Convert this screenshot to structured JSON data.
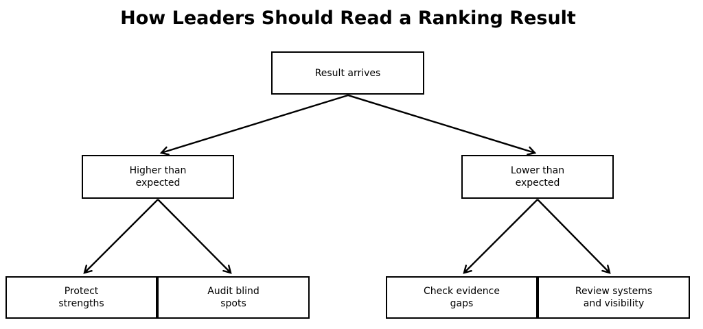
{
  "title": "How Leaders Should Read a Ranking Result",
  "colors": {
    "background": "#ffffff",
    "box_fill": "#ffffff",
    "box_border": "#000000",
    "arrow": "#000000",
    "text": "#000000"
  },
  "nodes": {
    "root": {
      "line1": "Result arrives",
      "line2": ""
    },
    "higher": {
      "line1": "Higher than",
      "line2": "expected"
    },
    "lower": {
      "line1": "Lower than",
      "line2": "expected"
    },
    "protect": {
      "line1": "Protect",
      "line2": "strengths"
    },
    "audit": {
      "line1": "Audit blind",
      "line2": "spots"
    },
    "check": {
      "line1": "Check evidence",
      "line2": "gaps"
    },
    "review": {
      "line1": "Review systems",
      "line2": "and visibility"
    }
  }
}
